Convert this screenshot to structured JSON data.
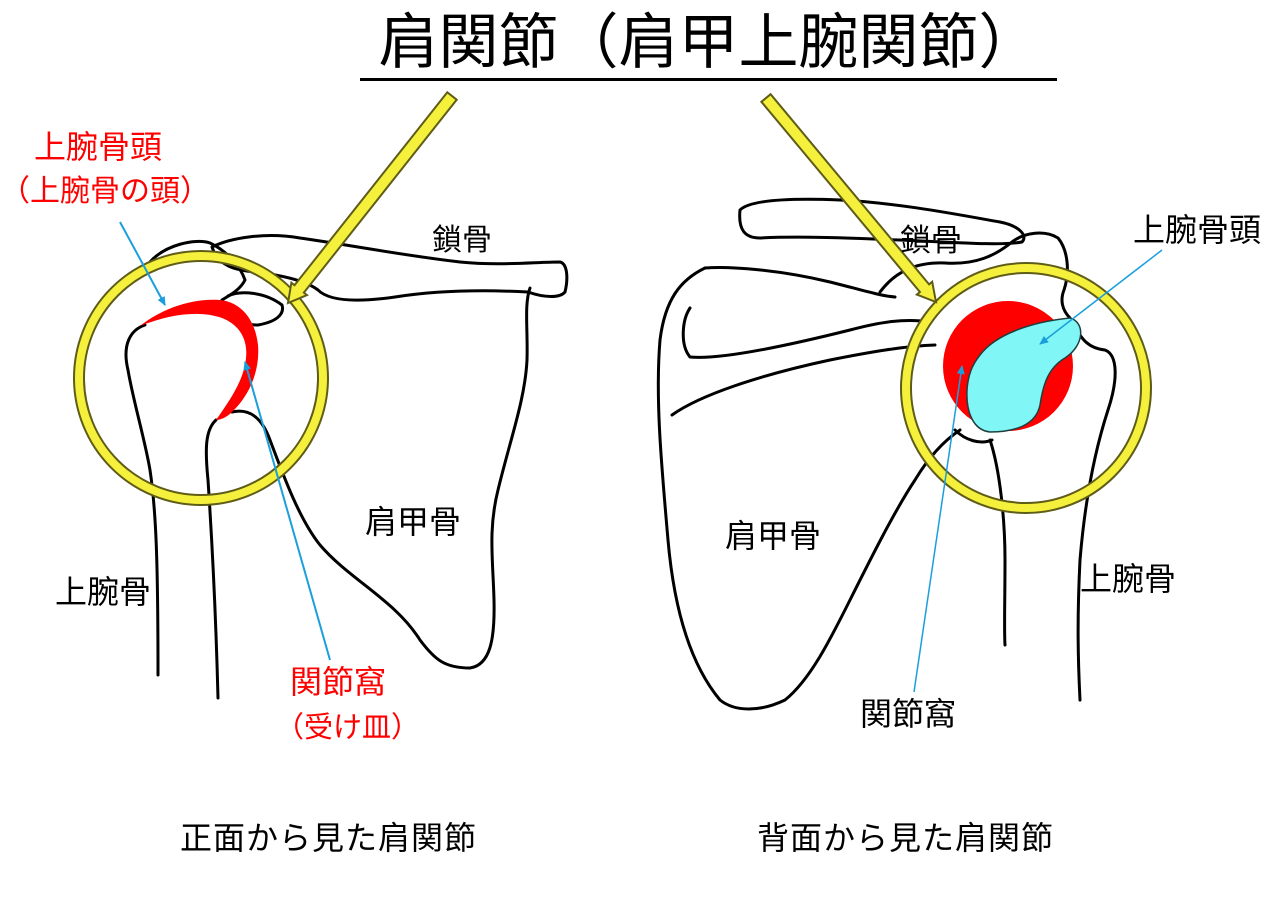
{
  "title": "肩関節（肩甲上腕関節）",
  "colors": {
    "highlight_red": "#ff0000",
    "head_cyan": "#80f6f6",
    "ring_yellow": "#f4f03c",
    "ring_outline": "#5f5c18",
    "leader_blue": "#1a9fdc"
  },
  "front_view": {
    "humeral_head_label": "上腕骨頭",
    "humeral_head_note": "（上腕骨の頭）",
    "clavicle_label": "鎖骨",
    "scapula_label": "肩甲骨",
    "humerus_label": "上腕骨",
    "glenoid_label": "関節窩",
    "glenoid_note": "（受け皿）",
    "caption": "正面から見た肩関節"
  },
  "back_view": {
    "clavicle_label": "鎖骨",
    "humeral_head_label": "上腕骨頭",
    "scapula_label": "肩甲骨",
    "humerus_label": "上腕骨",
    "glenoid_label": "関節窩",
    "caption": "背面から見た肩関節"
  }
}
